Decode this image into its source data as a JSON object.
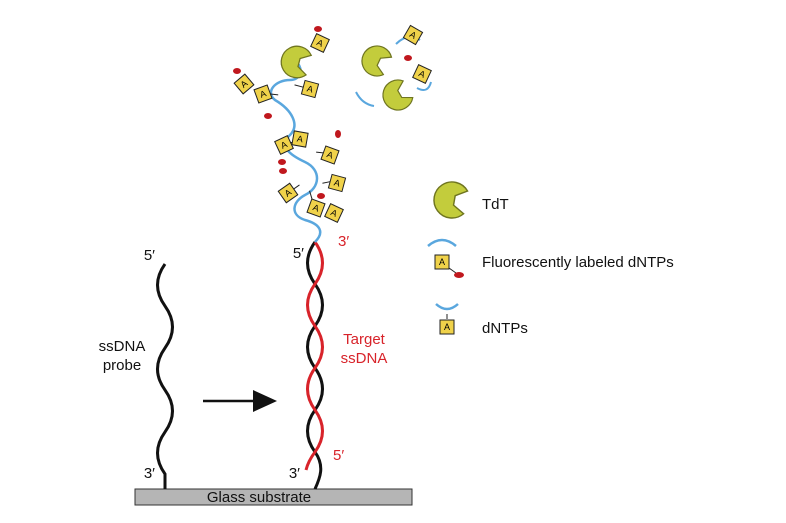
{
  "labels": {
    "probe_5prime": "5′",
    "probe_3prime": "3′",
    "probe_name_line1": "ssDNA",
    "probe_name_line2": "probe",
    "hyb_5prime": "5′",
    "hyb_3prime": "3′",
    "target_3prime": "3′",
    "target_5prime": "5′",
    "target_line1": "Target",
    "target_line2": "ssDNA",
    "substrate": "Glass substrate"
  },
  "legend": {
    "tdt": "TdT",
    "labeled": "Fluorescently labeled dNTPs",
    "dntp": "dNTPs"
  },
  "nucleotide_letter": "A",
  "colors": {
    "probe_strand": "#111111",
    "target_strand": "#d8232a",
    "extension": "#5aa7de",
    "tdt_fill": "#c3cc3c",
    "tdt_stroke": "#6f7520",
    "nucleotide_fill": "#f0d24a",
    "fluor_label": "#c0181e",
    "substrate_fill": "#b5b5b5"
  }
}
